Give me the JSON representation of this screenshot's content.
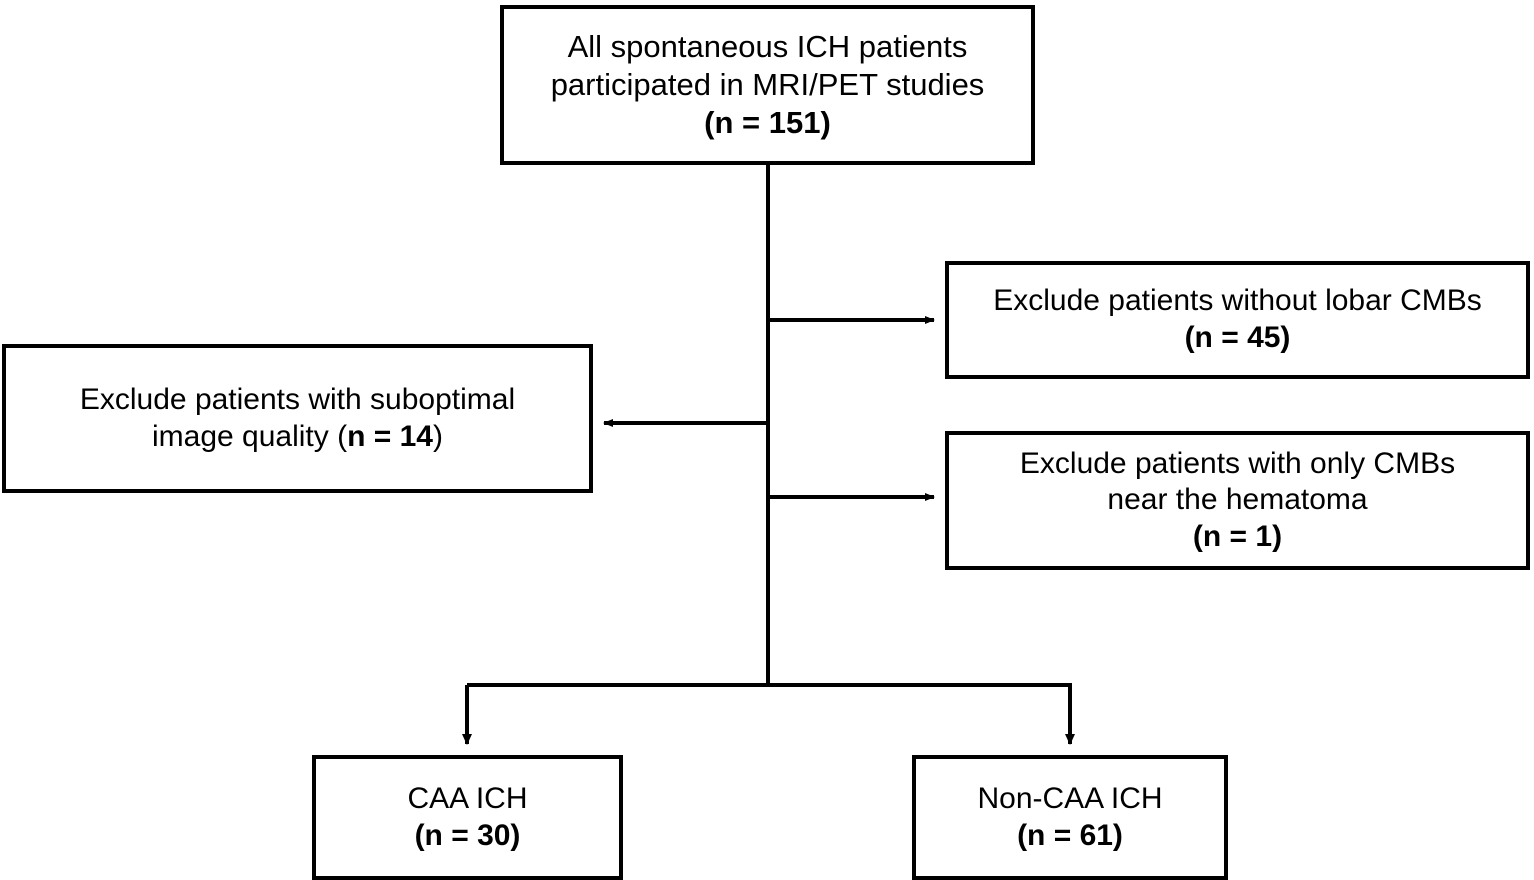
{
  "chart_data": {
    "type": "diagram",
    "diagram_kind": "flowchart",
    "title": "Patient selection flowchart for CAA ICH versus Non-CAA ICH",
    "nodes": [
      {
        "id": "source",
        "role": "source-cohort",
        "lines": [
          {
            "text": "All spontaneous ICH patients",
            "bold": false
          },
          {
            "text": "participated in MRI/PET studies",
            "bold": false
          },
          {
            "text": "(n = 151)",
            "bold": true
          }
        ],
        "n": 151
      },
      {
        "id": "exclude-lobar",
        "role": "exclusion",
        "lines": [
          {
            "text": "Exclude patients without lobar CMBs",
            "bold": false
          },
          {
            "text": "(n = 45)",
            "bold": true
          }
        ],
        "n": 45
      },
      {
        "id": "exclude-image-quality",
        "role": "exclusion",
        "lines": [
          {
            "text": "Exclude patients with suboptimal",
            "bold": false
          },
          {
            "text": "image quality (n = 14)",
            "bold": false,
            "bold_fragment": "n = 14"
          }
        ],
        "n": 14
      },
      {
        "id": "exclude-near-hematoma",
        "role": "exclusion",
        "lines": [
          {
            "text": "Exclude patients with only CMBs",
            "bold": false
          },
          {
            "text": "near the hematoma",
            "bold": false
          },
          {
            "text": "(n = 1)",
            "bold": true
          }
        ],
        "n": 1
      },
      {
        "id": "caa-ich",
        "role": "outcome-group",
        "lines": [
          {
            "text": "CAA ICH",
            "bold": false
          },
          {
            "text": "(n = 30)",
            "bold": true
          }
        ],
        "n": 30
      },
      {
        "id": "non-caa-ich",
        "role": "outcome-group",
        "lines": [
          {
            "text": "Non-CAA ICH",
            "bold": false
          },
          {
            "text": "(n = 61)",
            "bold": true
          }
        ],
        "n": 61
      }
    ],
    "edges": [
      {
        "from": "source",
        "to": "exclude-lobar",
        "direction": "right"
      },
      {
        "from": "source",
        "to": "exclude-image-quality",
        "direction": "left"
      },
      {
        "from": "source",
        "to": "exclude-near-hematoma",
        "direction": "right"
      },
      {
        "from": "source",
        "to": "caa-ich",
        "direction": "down"
      },
      {
        "from": "source",
        "to": "non-caa-ich",
        "direction": "down"
      }
    ],
    "colors": {
      "stroke": "#000000",
      "fill": "#ffffff",
      "text": "#000000"
    }
  },
  "nodes": {
    "source": {
      "line1": "All spontaneous ICH patients",
      "line2": "participated in MRI/PET studies",
      "line3": "(n = 151)"
    },
    "exclude_lobar": {
      "line1": "Exclude patients without lobar CMBs",
      "line2": "(n = 45)"
    },
    "exclude_image_quality": {
      "line1": "Exclude patients with suboptimal",
      "line2_pre": "image quality (",
      "line2_bold": "n = 14",
      "line2_post": ")"
    },
    "exclude_near_hematoma": {
      "line1": "Exclude patients with only CMBs",
      "line2": "near the hematoma",
      "line3": "(n = 1)"
    },
    "caa_ich": {
      "line1": "CAA ICH",
      "line2": "(n = 30)"
    },
    "non_caa_ich": {
      "line1": "Non-CAA ICH",
      "line2": "(n = 61)"
    }
  }
}
